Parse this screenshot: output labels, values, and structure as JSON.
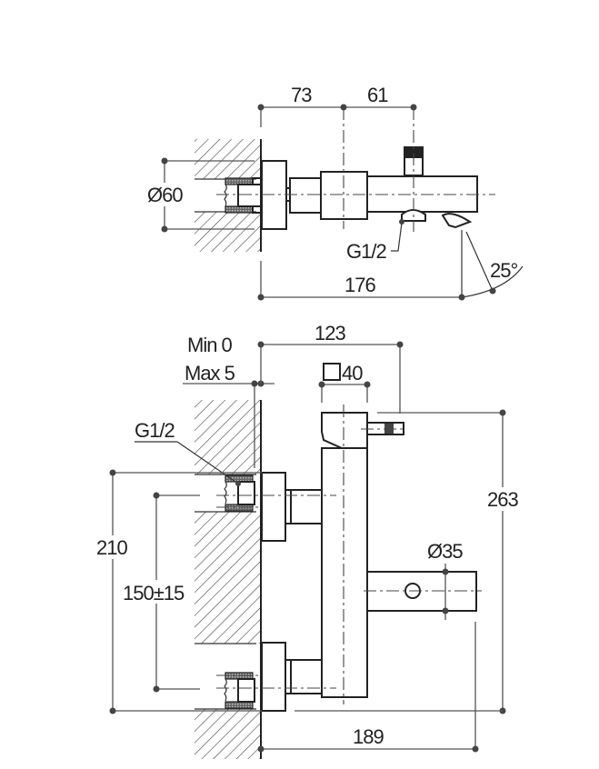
{
  "drawing": {
    "title": "Wall-mounted bath/shower mixer - technical dimension drawing",
    "top_view": {
      "dimensions": {
        "body_offset": "73",
        "diverter_offset": "61",
        "flange_diameter": "Ø60",
        "connection_thread": "G1/2",
        "spout_swivel_angle": "25°",
        "total_projection": "176"
      }
    },
    "front_view": {
      "dimensions": {
        "wall_gap_min": "Min 0",
        "wall_gap_max": "Max 5",
        "top_projection": "123",
        "body_section": "40",
        "inlet_thread": "G1/2",
        "overall_height": "263",
        "spout_diameter": "Ø35",
        "flange_span": "210",
        "inlet_centers": "150±15",
        "bottom_projection": "189"
      }
    },
    "colors": {
      "line": "#222222",
      "dimension_line": "#555555",
      "background": "#ffffff"
    }
  }
}
